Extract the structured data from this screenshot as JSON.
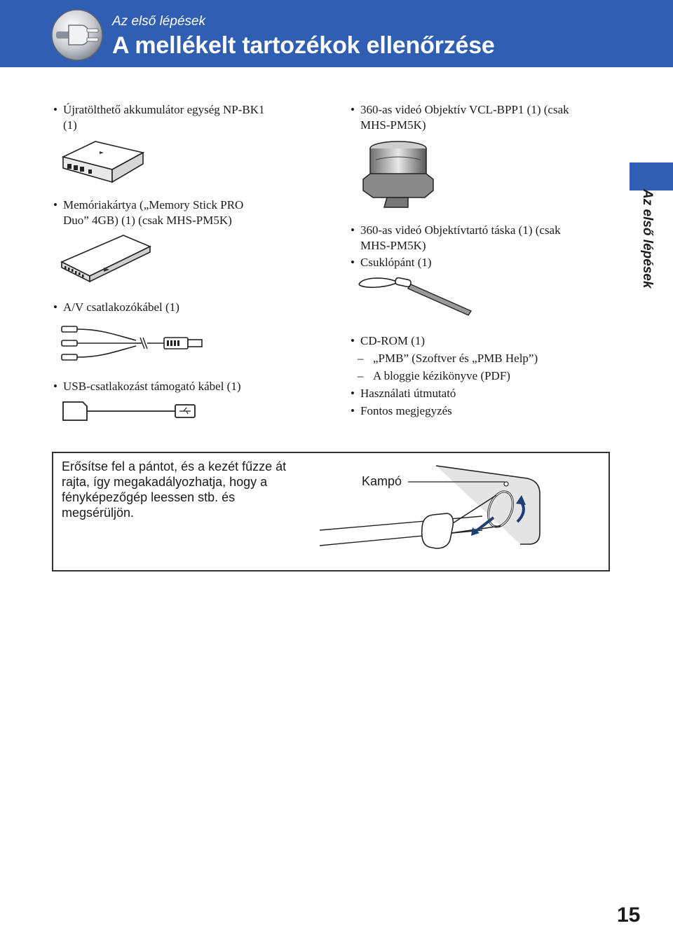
{
  "header": {
    "chapter": "Az első lépések",
    "title": "A mellékelt tartozékok ellenőrzése",
    "brand_color": "#2f5eb2",
    "icon": "plug-icon"
  },
  "side_tab": {
    "label": "Az első lépések"
  },
  "left_items": [
    {
      "bullet": "•",
      "lines": [
        "Újratölthető akkumulátor egység NP-BK1",
        "(1)"
      ]
    },
    {
      "bullet": "•",
      "lines": [
        "Memóriakártya („Memory Stick PRO",
        "Duo” 4GB) (1) (csak MHS-PM5K)"
      ]
    },
    {
      "bullet": "•",
      "lines": [
        "A/V csatlakozókábel (1)"
      ]
    },
    {
      "bullet": "•",
      "lines": [
        "USB-csatlakozást támogató kábel (1)"
      ]
    }
  ],
  "right_items": [
    {
      "bullet": "•",
      "lines": [
        "360-as videó Objektív VCL-BPP1 (1) (csak",
        "MHS-PM5K)"
      ]
    },
    {
      "bullet": "•",
      "lines": [
        "360-as videó Objektívtartó táska (1) (csak",
        "MHS-PM5K)"
      ]
    },
    {
      "bullet": "•",
      "lines": [
        "Csuklópánt (1)"
      ]
    },
    {
      "bullet": "•",
      "lines": [
        "CD-ROM (1)"
      ]
    },
    {
      "dash": "–",
      "text": "„PMB” (Szoftver és „PMB Help”)"
    },
    {
      "dash": "–",
      "text": "A bloggie kézikönyve (PDF)"
    },
    {
      "bullet": "•",
      "lines": [
        "Használati útmutató"
      ]
    },
    {
      "bullet": "•",
      "lines": [
        "Fontos megjegyzés"
      ]
    }
  ],
  "note_box": {
    "lines": [
      "Erősítse fel a pántot, és a kezét fűzze át",
      "rajta, így megakadályozhatja, hogy a",
      "fényképezőgép leessen stb. és",
      "megsérüljön."
    ],
    "hook_label": "Kampó"
  },
  "page_number": "15"
}
